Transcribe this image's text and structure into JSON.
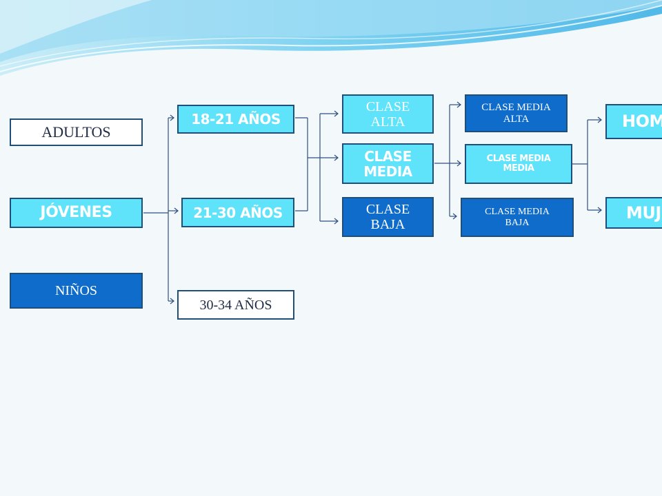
{
  "age_groups": {
    "adultos": "ADULTOS",
    "jovenes": "JÓVENES",
    "ninos": "NIÑOS"
  },
  "age_ranges": {
    "r18_21": "18-21 AÑOS",
    "r21_30": "21-30 AÑOS",
    "r30_34": "30-34 AÑOS"
  },
  "social_class": {
    "alta": "CLASE ALTA",
    "media": "CLASE MEDIA",
    "baja": "CLASE BAJA"
  },
  "middle_class": {
    "alta": "CLASE MEDIA ALTA",
    "media": "CLASE MEDIA MEDIA",
    "baja": "CLASE MEDIA BAJA"
  },
  "gender": {
    "hombres": "HOM",
    "mujeres": "MUJ"
  },
  "colors": {
    "light_box": "#5fe3fa",
    "blue_box": "#0f6ccb",
    "plain_box": "#ffffff",
    "border": "#1f4e79",
    "connector": "#2f4f7f"
  }
}
